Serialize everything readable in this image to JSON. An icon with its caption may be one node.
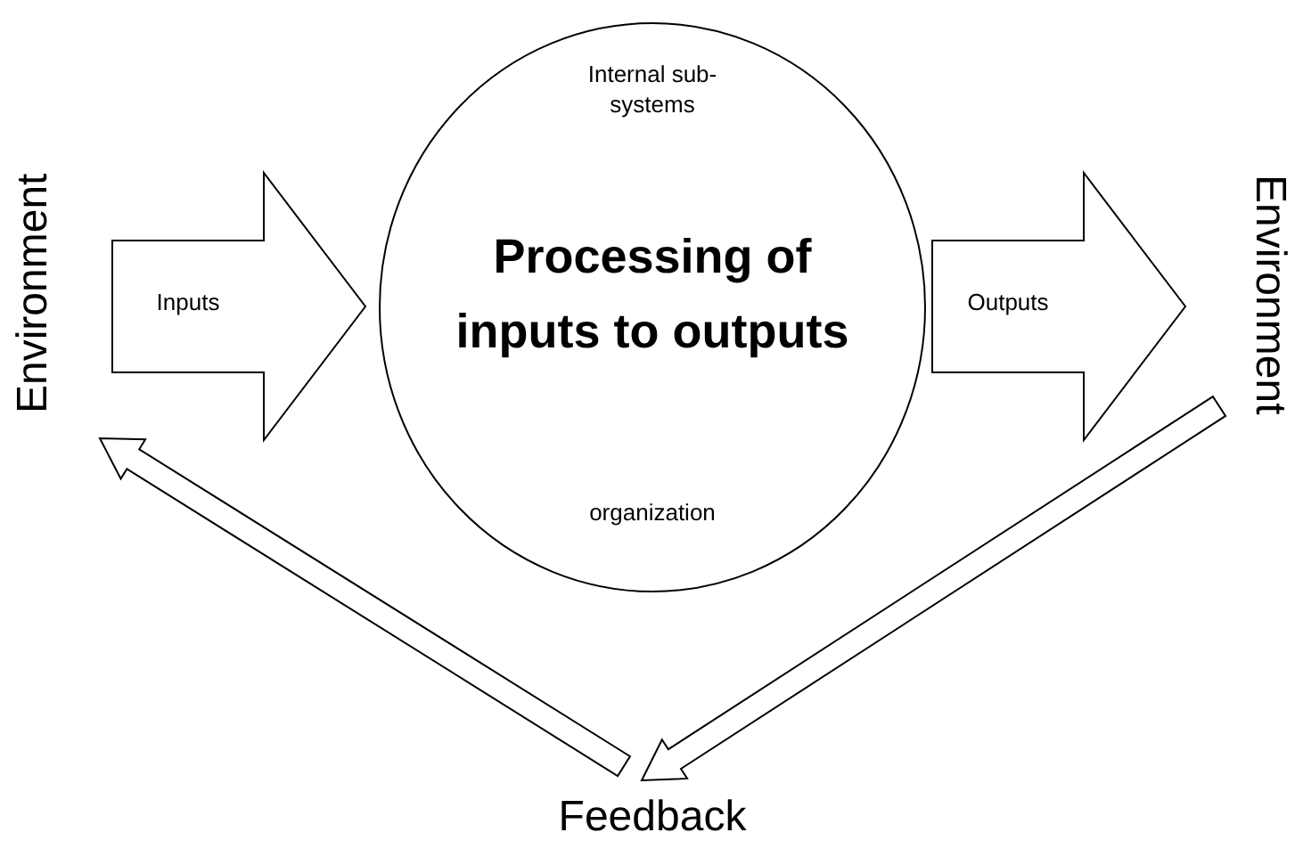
{
  "diagram": {
    "nodes": [
      {
        "text": [
          "Environment"
        ]
      },
      {
        "text": [
          "Inputs"
        ]
      },
      {
        "text": [
          "Internal sub-systems",
          "Processing of inputs to outputs",
          "organization"
        ]
      },
      {
        "text": [
          "Outputs"
        ]
      },
      {
        "text": [
          "Environment"
        ]
      },
      {
        "text": [
          "Feedback"
        ]
      }
    ],
    "edges": [
      {
        "from": 3,
        "to": 5,
        "arrow": "to",
        "style": "thick"
      },
      {
        "from": 5,
        "to": 0,
        "arrow": "to",
        "style": "thick"
      }
    ]
  }
}
